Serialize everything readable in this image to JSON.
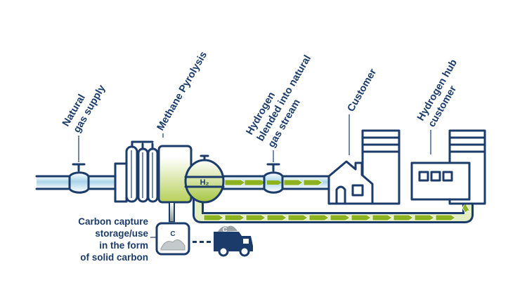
{
  "labels": {
    "natural_gas_line1": "Natural",
    "natural_gas_line2": "gas supply",
    "methane_pyrolysis": "Methane Pyrolysis",
    "hydrogen_blend_line1": "Hydrogen",
    "hydrogen_blend_line2": "blended into natural",
    "hydrogen_blend_line3": "gas stream",
    "customer": "Customer",
    "hub_line1": "Hydrogen hub",
    "hub_line2": "customer",
    "carbon_line1": "Carbon capture",
    "carbon_line2": "storage/use",
    "carbon_line3": "in the form",
    "carbon_line4": "of solid carbon",
    "h2_tank": "H₂",
    "carbon_tank": "C",
    "truck_load": "C"
  },
  "colors": {
    "ink": "#1b3c6b",
    "pipe_light": "#a9d4e8",
    "pipe_mid": "#d6ecf5",
    "hydrogen_green": "#8cb31f",
    "hydrogen_light": "#e2edc0",
    "carbon_gray": "#9aa0a4",
    "background": "#ffffff"
  },
  "icons": [
    "valve-icon",
    "house-icon",
    "building-icon",
    "factory-icon",
    "truck-icon",
    "hydrogen-tank-icon",
    "carbon-tank-icon"
  ]
}
